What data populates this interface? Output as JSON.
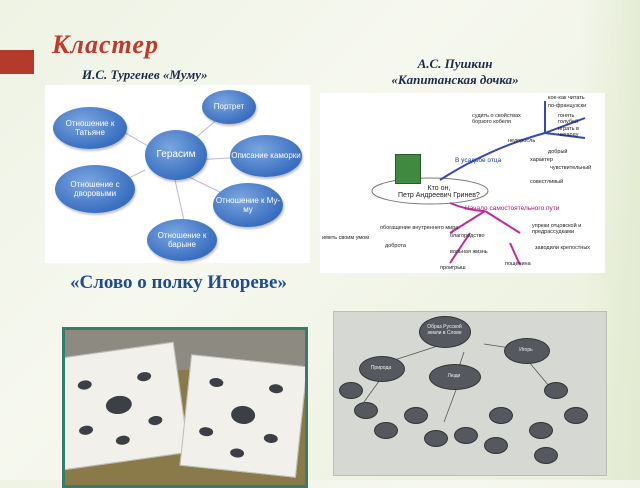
{
  "slide": {
    "title": "Кластер",
    "turgenev_caption": "И.С. Тургенев «Муму»",
    "pushkin_caption_line1": "А.С.  Пушкин",
    "pushkin_caption_line2": "«Капитанская дочка»",
    "slovo_caption": "«Слово о полку Игореве»"
  },
  "mumu_cluster": {
    "center": "Герасим",
    "nodes": [
      "Портрет",
      "Отношение к Татьяне",
      "Описание каморки",
      "Отношение с дворовыми",
      "Отношение к Му-му",
      "Отношение к барыне"
    ]
  },
  "pushkin_map": {
    "center_line1": "Кто он,",
    "center_line2": "Петр Андреевич Гринев?",
    "branch_left": "В усадьбе отца",
    "branch_bottom": "Начало самостоятельного пути",
    "items_top": [
      "кое-как читать",
      "по-французски",
      "судить о свойствах борзого кобеля",
      "гонять голубей",
      "играть в чехарду",
      "недоросль",
      "добрый",
      "характер",
      "чувствительный",
      "совестливый"
    ],
    "items_bottom": [
      "обогащение внутреннего мира",
      "благородство",
      "иметь своим умом",
      "доброта",
      "упреки отцовской и предрассудками",
      "вольная жизнь",
      "заводили крепостных",
      "проигрыш",
      "пощёчина"
    ]
  },
  "photo_right": {
    "top_label": "Образ Русской земли в Слове",
    "right_label": "Игорь",
    "left_label": "Природа",
    "center_label": "Люди"
  },
  "colors": {
    "title": "#c0392b",
    "accent_bar": "#b43a2c",
    "bubble": "#3a6fc0"
  }
}
